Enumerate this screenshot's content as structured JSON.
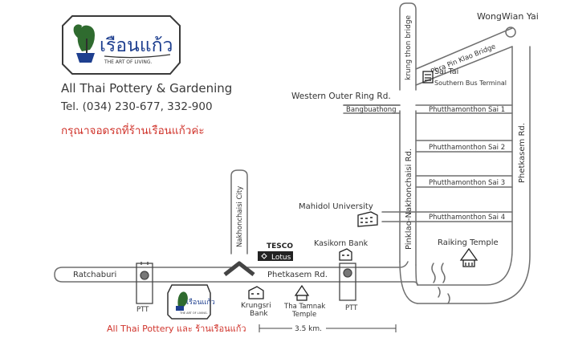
{
  "shop": {
    "logo_text": "เรือนแก้ว",
    "tagline": "THE ART OF LIVING.",
    "name": "All Thai Pottery & Gardening",
    "phone": "Tel. (034) 230-677, 332-900",
    "note_thai": "กรุณาจอดรถที่ร้านเรือนแก้วค่ะ",
    "caption": "All Thai Pottery และ ร้านเรือนแก้ว"
  },
  "roads": {
    "krung_thon_bridge": "krung thon bridge",
    "phra_pin_klao_bridge": "Phra Pin Klao Bridge",
    "western_outer_ring": "Western Outer Ring Rd.",
    "bangbuathong": "Bangbuathong",
    "sai1": "Phutthamonthon Sai 1",
    "sai2": "Phutthamonthon Sai 2",
    "sai3": "Phutthamonthon Sai 3",
    "sai4": "Phutthamonthon Sai 4",
    "pinklao_nakhonchaisi": "Pinklao-Nakhonchaisi Rd.",
    "phetkasem_vertical": "Phetkasem Rd.",
    "phetkasem_main": "Phetkasem Rd.",
    "nakhonchaisi_city": "Nakhonchaisi City",
    "ratchaburi": "Ratchaburi"
  },
  "places": {
    "wongwian_yai": "WongWian Yai",
    "sai_tai": "Sai Tai",
    "southern_bus_terminal": "Southern Bus Terminal",
    "mahidol": "Mahidol University",
    "kasikorn": "Kasikorn Bank",
    "raiking": "Raiking Temple",
    "tesco": "TESCO",
    "lotus": "Lotus",
    "krungsri_1": "Krungsri",
    "krungsri_2": "Bank",
    "tha_tamnak_1": "Tha Tamnak",
    "tha_tamnak_2": "Temple",
    "ptt_left": "PTT",
    "ptt_right": "PTT"
  },
  "distance": "3.5 km.",
  "colors": {
    "road_outline": "#6f6f6f",
    "text": "#333333",
    "accent_red": "#d0342c",
    "logo_green": "#2f6b2f",
    "logo_blue": "#1e3f8f"
  }
}
